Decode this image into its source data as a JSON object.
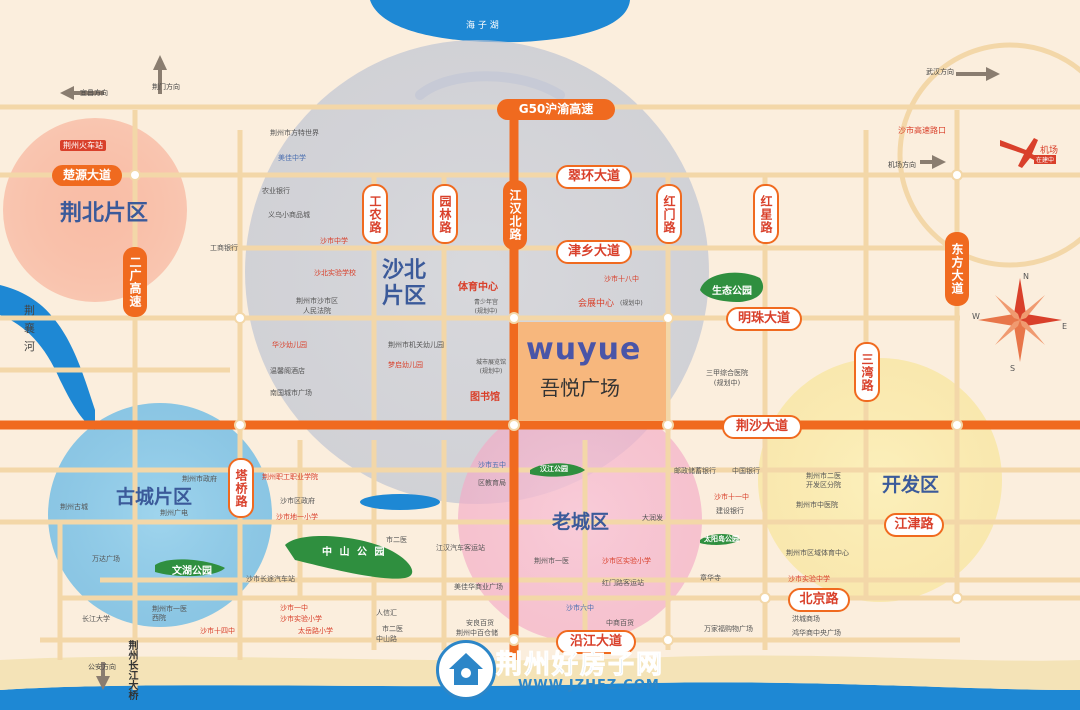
{
  "colors": {
    "background": "#fbeedd",
    "lake": "#1e88d4",
    "road_orange": "#f06a1f",
    "road_beige": "#f3d7a8",
    "accent_red": "#d9402b",
    "district_blue": "#3b5a9a",
    "park_green": "#2f8f3f"
  },
  "water": {
    "lake_top": "海 子 湖",
    "river": "荆\n襄\n河"
  },
  "highways": {
    "g50": "G50沪渝高速",
    "jingsha": "荆沙大道",
    "yanjiang": "沿江大道"
  },
  "roads": {
    "chuyuan": "楚源大道",
    "cuihuan": "翠环大道",
    "jinxiang": "津乡大道",
    "mingzhu": "明珠大道",
    "erguang": "二广高速",
    "gongnong": "工农路",
    "yuanlin": "园林路",
    "jianghanbei": "江汉北路",
    "hongmen": "红门路",
    "hongxing": "红星路",
    "dongfang": "东方大道",
    "sanwan": "三湾路",
    "taqiao": "塔桥路",
    "jiangjin": "江津路",
    "beijing": "北京路",
    "changjiang_bridge": "荆州长江大桥"
  },
  "districts": {
    "jingbei": "荆北片区",
    "shabei": "沙北片区",
    "gucheng": "古城片区",
    "laocheng": "老城区",
    "kaifa": "开发区"
  },
  "project": {
    "logo": "wuyue",
    "name": "吾悦广场"
  },
  "directions": {
    "yichang": "宜昌方向",
    "jingmen": "荆门方向",
    "wuhan": "武汉方向",
    "gongan": "公安方向",
    "airport_dir": "机场方向",
    "shashi_exit": "沙市高速路口",
    "airport": "机场",
    "airport_sub": "在建中"
  },
  "compass": {
    "n": "N",
    "e": "E",
    "s": "S",
    "w": "W"
  },
  "pois": {
    "train_station": "荆州火车站",
    "fantasy_world": "荆州市方特世界",
    "meijia_school": "美佳中学",
    "nongye_bank": "农业银行",
    "yiwu_mall": "义乌小商品城",
    "gongshang_bank": "工商银行",
    "shashi_middle": "沙市中学",
    "shabei_school": "沙北实验学校",
    "court": "荆州市沙市区\n人民法院",
    "sports_center": "体育中心",
    "youth_hall": "青少年宫\n(规划中)",
    "city_museum": "城市展览馆\n(规划中)",
    "library": "图书馆",
    "jingzhou_kindergarten": "荆州市机关幼儿园",
    "mengxiang_kindergarten": "梦启幼儿园",
    "huafeng_kindergarten": "华沙幼儿园",
    "wenxin_hotel": "温馨阁酒店",
    "nanguo_plaza": "南国城市广场",
    "shashi_18": "沙市十八中",
    "convention": "会展中心",
    "convention_sub": "(规划中)",
    "ecological_park": "生态公园",
    "sanjia_hospital": "三甲综合医院\n(规划中)",
    "jingzhou_gov": "荆州市政府",
    "jingzhou_tv": "荆州广电",
    "vocational_college": "荆州职工职业学院",
    "shashi_gov": "沙市区政府",
    "taiyue_school": "沙市地一小学",
    "ancient_city": "荆州古城",
    "wanda_plaza": "万达广场",
    "wenhu_park": "文湖公园",
    "hospital_2": "市二医",
    "zhongshan_park": "中 山 公 园",
    "longdu_bus": "沙市长途汽车站",
    "shashi_no1": "沙市一中",
    "shiyan_school": "沙市实验小学",
    "shashi_14": "沙市十四中",
    "taiyue_road_school": "太岳路小学",
    "city_hospital_1": "荆州市一医\n西院",
    "yangtze_univ": "长江大学",
    "jianghan_bus": "江汉汽车客运站",
    "meijia_mall": "美佳华商业广场",
    "renxin": "人信汇",
    "hospital_2b": "市二医",
    "zhongshan_road": "中山路",
    "anliang": "安良百货",
    "qiaoshang": "荆州中百仓储",
    "shashi_5": "沙市五中",
    "education_bureau": "区教育局",
    "hall_park": "汉江公园",
    "hospital_1": "荆州市一医",
    "wenhua_school": "沙市区实验小学",
    "honglu_bus": "红门路客运站",
    "shashi_6": "沙市六中",
    "zhongshang": "中商百货",
    "youzheng_bank": "邮政储蓄银行",
    "china_bank": "中国银行",
    "shashi_11": "沙市十一中",
    "jianshe_bank": "建设银行",
    "datang": "大润发",
    "taiyang_park": "太阳岛公园",
    "zhanghua_temple": "章华寺",
    "wanjia": "万家福购物广场",
    "hospital_2c": "荆州市二医\n开发区分院",
    "hospital_city": "荆州市中医院",
    "sports_center2": "荆州市区域体育中心",
    "shashi_experiment": "沙市实验中学",
    "honghu": "洪城商场",
    "hongyuan": "鸿华商中央广场"
  },
  "watermark": {
    "title": "荆州好房子网",
    "url": "WWW.JZHFZ.COM"
  }
}
